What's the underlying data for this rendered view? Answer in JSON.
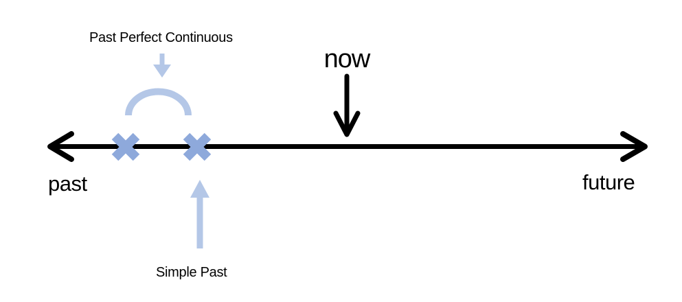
{
  "diagram": {
    "type": "timeline",
    "axis": {
      "left_label": "past",
      "right_label": "future",
      "now_label": "now"
    },
    "annotations": [
      {
        "id": "past_perfect_continuous",
        "label": "Past Perfect Continuous",
        "marker": "duration-arc-over-two-x-markers",
        "pointer": "down-arrow"
      },
      {
        "id": "simple_past",
        "label": "Simple Past",
        "marker": "x-marker",
        "pointer": "up-arrow"
      }
    ],
    "x_marker_count": 2
  },
  "colors": {
    "axis": "#000000",
    "x_marker": "#8EA9DB",
    "highlight": "#B4C7E7",
    "background": "#FFFFFF",
    "text": "#000000"
  }
}
